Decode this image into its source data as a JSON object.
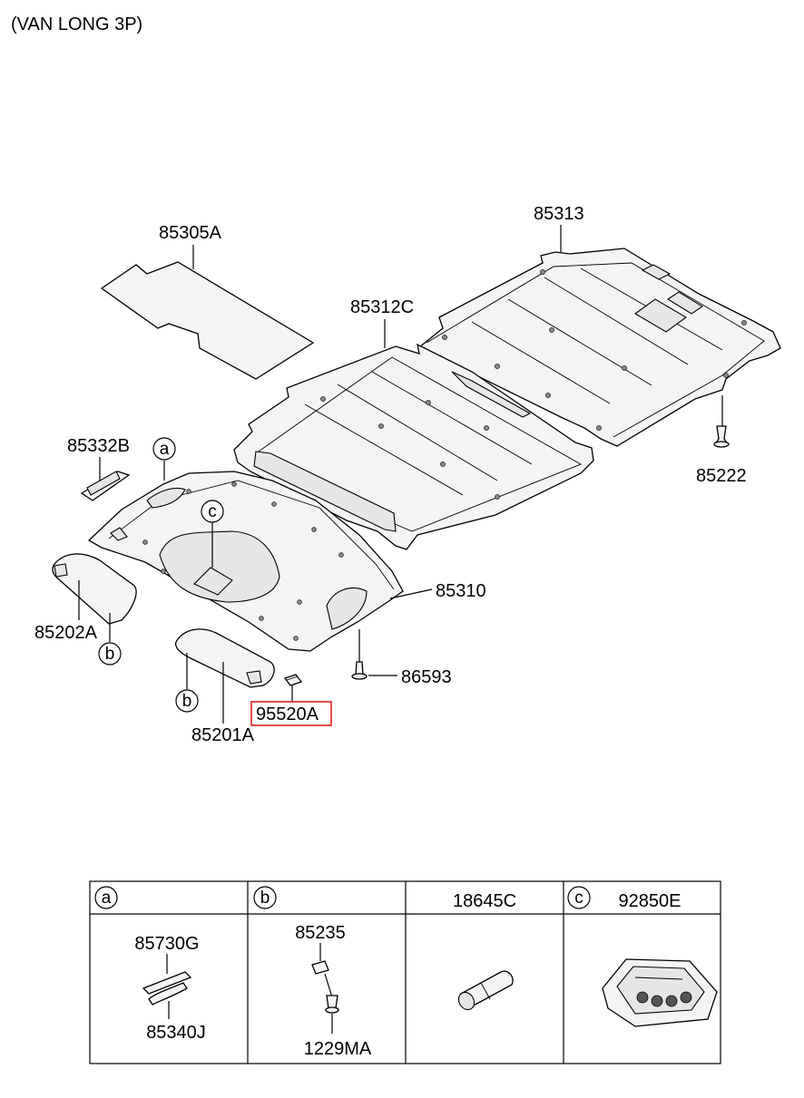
{
  "diagram": {
    "subtitle": "(VAN LONG 3P)",
    "highlight_color": "#e02020",
    "callouts": {
      "p85305A": "85305A",
      "p85313": "85313",
      "p85312C": "85312C",
      "p85332B": "85332B",
      "p85222": "85222",
      "p85310": "85310",
      "p85202A": "85202A",
      "p86593": "86593",
      "p95520A": "95520A",
      "p85201A": "85201A"
    },
    "markers": {
      "a": "a",
      "b": "b",
      "c": "c"
    }
  },
  "legend_table": {
    "headers": [
      {
        "marker": "a",
        "text": ""
      },
      {
        "marker": "b",
        "text": ""
      },
      {
        "marker": "",
        "text": "18645C"
      },
      {
        "marker": "c",
        "text": "92850E"
      }
    ],
    "cells": {
      "a_top": "85730G",
      "a_bottom": "85340J",
      "b_top": "85235",
      "b_bottom": "1229MA"
    }
  }
}
